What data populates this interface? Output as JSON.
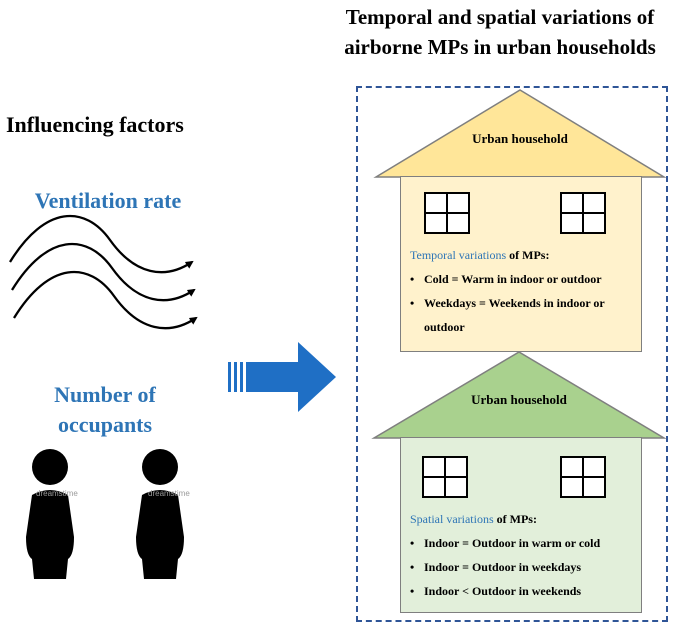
{
  "title": "Temporal and spatial variations of airborne MPs in urban households",
  "factors": {
    "heading": "Influencing factors",
    "ventilation_label": "Ventilation rate",
    "occupants_label": "Number of occupants",
    "watermark": "dreamstime"
  },
  "houses": [
    {
      "roof_label": "Urban household",
      "roof_color": "#ffe699",
      "wall_color": "#fff2cc",
      "heading_highlight": "Temporal variations",
      "heading_suffix": " of MPs:",
      "bullets": [
        "Cold = Warm in indoor or outdoor",
        "Weekdays = Weekends in indoor or outdoor"
      ]
    },
    {
      "roof_label": "Urban household",
      "roof_color": "#a9d18e",
      "wall_color": "#e2efda",
      "heading_highlight": "Spatial variations",
      "heading_suffix": " of MPs:",
      "bullets": [
        "Indoor = Outdoor in warm or cold",
        "Indoor = Outdoor in weekdays",
        "Indoor < Outdoor in weekends"
      ]
    }
  ],
  "colors": {
    "accent_blue": "#2e75b6",
    "arrow_blue": "#1f6fc5",
    "dashed_border": "#2f5597"
  },
  "icons": [
    "wind-waves-icon",
    "person-icon",
    "right-arrow-icon",
    "window-icon"
  ]
}
